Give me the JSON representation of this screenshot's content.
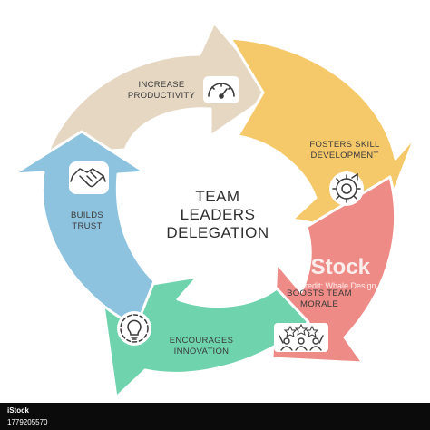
{
  "center": {
    "line1": "TEAM",
    "line2": "LEADERS",
    "line3": "DELEGATION"
  },
  "segments": [
    {
      "line1": "INCREASE",
      "line2": "PRODUCTIVITY",
      "icon": "speedometer-icon",
      "color": "#e6d7c3"
    },
    {
      "line1": "FOSTERS SKILL",
      "line2": "DEVELOPMENT",
      "icon": "gear-skill-icon",
      "color": "#f5c96a"
    },
    {
      "line1": "BOOSTS TEAM",
      "line2": "MORALE",
      "icon": "team-celebration-icon",
      "color": "#ef8b86"
    },
    {
      "line1": "ENCOURAGES",
      "line2": "INNOVATION",
      "icon": "lightbulb-gear-icon",
      "color": "#6fd3ae"
    },
    {
      "line1": "BUILDS",
      "line2": "TRUST",
      "icon": "handshake-icon",
      "color": "#8ec3df"
    }
  ],
  "watermark": {
    "brand": "iStock",
    "credit": "Credit: Whale Design"
  },
  "footer": {
    "logo": "iStock",
    "id": "1779205570"
  }
}
